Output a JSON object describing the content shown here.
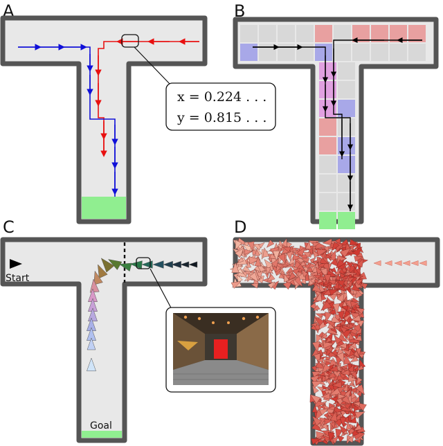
{
  "panels": {
    "a": {
      "label": "A"
    },
    "b": {
      "label": "B"
    },
    "c": {
      "label": "C",
      "start_label": "Start",
      "goal_label": "Goal"
    },
    "d": {
      "label": "D"
    }
  },
  "callout": {
    "x_text": "x = 0.224 . . .",
    "y_text": "y = 0.815 . . ."
  },
  "colors": {
    "maze_wall": "#555555",
    "maze_floor": "#e8e8e8",
    "goal": "#90ee90",
    "trajectory_red": "#e81010",
    "trajectory_blue": "#1010d8",
    "cell_red": "#e8a0a0",
    "cell_blue": "#a8a8e8",
    "cell_pink": "#e0a0e0",
    "cell_grey": "#d8d8d8",
    "heat_dark": "#c8201a",
    "heat_light": "#f8d0c0"
  },
  "icons": [
    "arrow-right-icon",
    "arrow-left-icon",
    "arrow-down-icon",
    "triangle-marker-icon"
  ]
}
